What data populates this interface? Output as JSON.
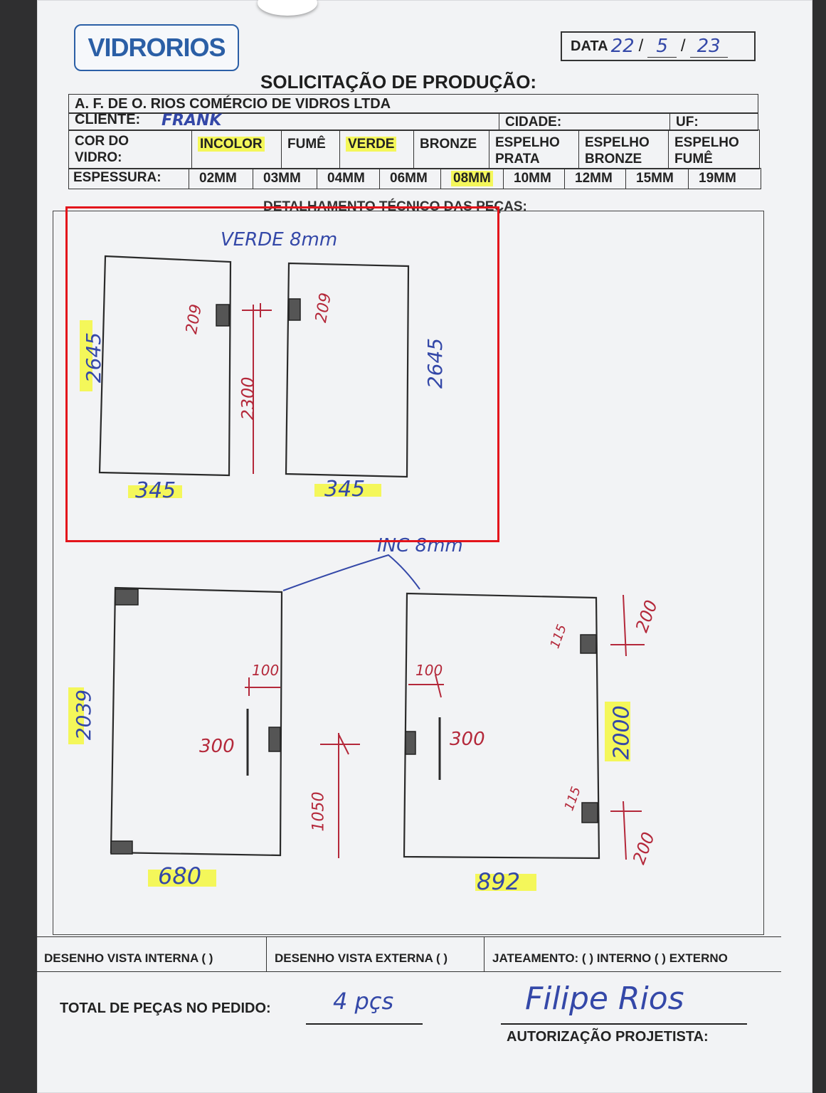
{
  "logo": "VIDRORIOS",
  "date": {
    "label": "DATA",
    "day": "22",
    "month": "5",
    "year": "23"
  },
  "title": "SOLICITAÇÃO DE PRODUÇÃO:",
  "company": "A. F. DE O. RIOS COMÉRCIO DE VIDROS LTDA",
  "client": {
    "label": "CLIENTE:",
    "value": "FRANK"
  },
  "city": {
    "label": "CIDADE:"
  },
  "uf": {
    "label": "UF:"
  },
  "glass_color": {
    "label_1": "COR DO",
    "label_2": "VIDRO:",
    "options": [
      {
        "line1": "INCOLOR",
        "line2": "",
        "selected": true
      },
      {
        "line1": "FUMÊ",
        "line2": "",
        "selected": false
      },
      {
        "line1": "VERDE",
        "line2": "",
        "selected": true
      },
      {
        "line1": "BRONZE",
        "line2": "",
        "selected": false
      },
      {
        "line1": "ESPELHO",
        "line2": "PRATA",
        "selected": false
      },
      {
        "line1": "ESPELHO",
        "line2": "BRONZE",
        "selected": false
      },
      {
        "line1": "ESPELHO",
        "line2": "FUMÊ",
        "selected": false
      }
    ]
  },
  "thickness": {
    "label": "ESPESSURA:",
    "options": [
      {
        "v": "02MM",
        "selected": false
      },
      {
        "v": "03MM",
        "selected": false
      },
      {
        "v": "04MM",
        "selected": false
      },
      {
        "v": "06MM",
        "selected": false
      },
      {
        "v": "08MM",
        "selected": true
      },
      {
        "v": "10MM",
        "selected": false
      },
      {
        "v": "12MM",
        "selected": false
      },
      {
        "v": "15MM",
        "selected": false
      },
      {
        "v": "19MM",
        "selected": false
      }
    ]
  },
  "section_title": "DETALHAMENTO TÉCNICO DAS PEÇAS:",
  "sketch": {
    "top_note": "VERDE 8mm",
    "p1_height": "2645",
    "p1_width": "345",
    "p1_hinge": "209",
    "mid_dim": "2300",
    "p2_height": "2645",
    "p2_width": "345",
    "p2_hinge": "209",
    "mid_note": "INC 8mm",
    "p3_height": "2039",
    "p3_width": "680",
    "p3_dim_small": "100",
    "p3_dim_handle": "300",
    "mid_dim2": "1050",
    "p4_height": "2000",
    "p4_width": "892",
    "p4_dim_small": "100",
    "p4_dim_handle": "300",
    "p4_hinge_top": "115",
    "p4_hinge_bottom": "115",
    "p4_top_offset": "200",
    "p4_bottom_offset": "200"
  },
  "bottom": {
    "internal": "DESENHO VISTA INTERNA ( )",
    "external": "DESENHO VISTA EXTERNA ( )",
    "blasting": "JATEAMENTO: ( ) INTERNO ( ) EXTERNO"
  },
  "total": {
    "label": "TOTAL DE PEÇAS NO PEDIDO:",
    "value": "4 pçs"
  },
  "signature": "Filipe Rios",
  "auth_label": "AUTORIZAÇÃO PROJETISTA:",
  "colors": {
    "highlight": "#f4f75a",
    "pen_blue": "#3448a8",
    "pen_red": "#b4283a",
    "brand": "#2b5fa6",
    "box_red": "#e3141b"
  }
}
